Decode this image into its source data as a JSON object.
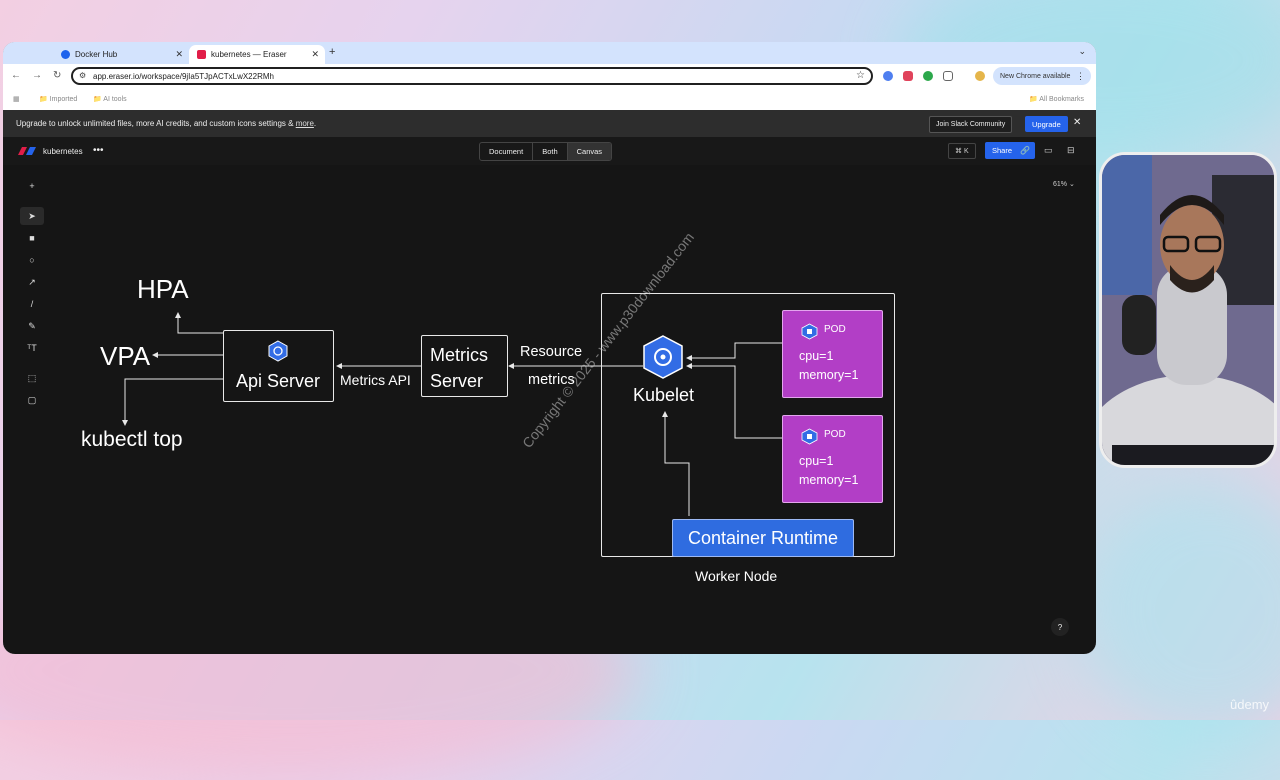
{
  "browser": {
    "tabs": [
      {
        "label": "Docker Hub"
      },
      {
        "label": "kubernetes — Eraser"
      }
    ],
    "url": "app.eraser.io/workspace/9jIa5TJpACTxLwX22RMh",
    "new_chrome_label": "New Chrome available",
    "bookmarks": {
      "imported": "Imported",
      "ai_tools": "AI tools",
      "all": "All Bookmarks"
    }
  },
  "banner": {
    "message": "Upgrade to unlock unlimited files, more AI credits, and custom icons settings & ",
    "more_link": "more",
    "slack_label": "Join Slack Community",
    "upgrade_label": "Upgrade"
  },
  "app": {
    "doc_name": "kubernetes",
    "view_modes": [
      "Document",
      "Both",
      "Canvas"
    ],
    "shortcut": "⌘ K",
    "share_label": "Share",
    "zoom": "61%",
    "help": "?"
  },
  "diagram": {
    "hpa": "HPA",
    "vpa": "VPA",
    "kubectl_top": "kubectl top",
    "api_server": "Api Server",
    "metrics_api": "Metrics API",
    "metrics_server_line1": "Metrics",
    "metrics_server_line2": "Server",
    "resource_metrics_line1": "Resource",
    "resource_metrics_line2": "metrics",
    "kubelet": "Kubelet",
    "pods": [
      {
        "title": "POD",
        "cpu": "cpu=1",
        "memory": "memory=1"
      },
      {
        "title": "POD",
        "cpu": "cpu=1",
        "memory": "memory=1"
      }
    ],
    "container_runtime": "Container Runtime",
    "worker_node": "Worker Node"
  },
  "watermark": "Copyright © 2025 - www.p30download.com",
  "brand": "ûdemy"
}
